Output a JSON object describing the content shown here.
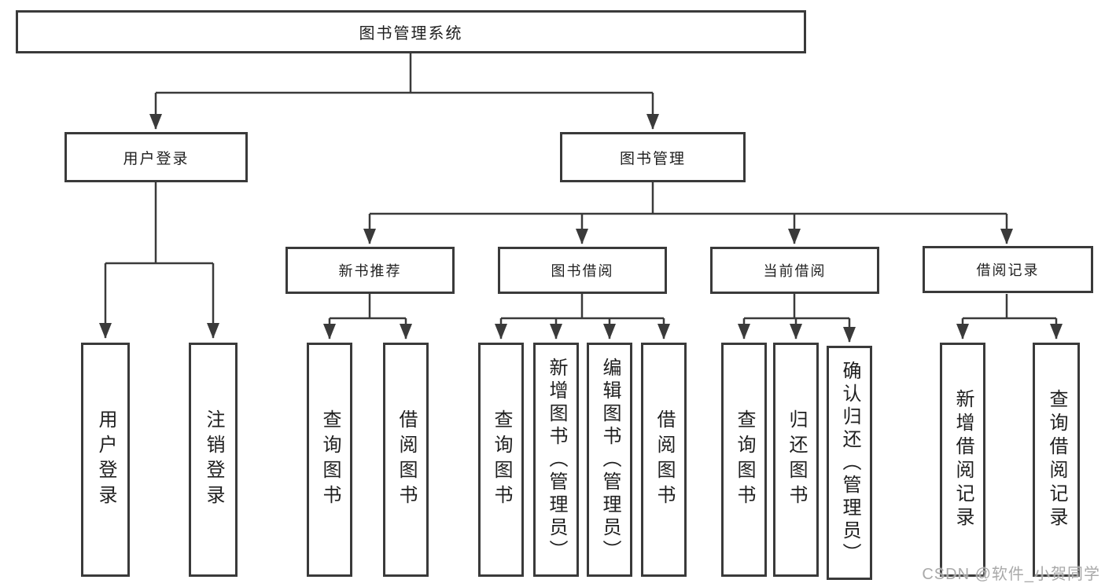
{
  "tree": {
    "label": "图书管理系统",
    "children": [
      {
        "label": "用户登录",
        "children": [
          {
            "label": "用户登录"
          },
          {
            "label": "注销登录"
          }
        ]
      },
      {
        "label": "图书管理",
        "children": [
          {
            "label": "新书推荐",
            "children": [
              {
                "label": "查询图书"
              },
              {
                "label": "借阅图书"
              }
            ]
          },
          {
            "label": "图书借阅",
            "children": [
              {
                "label": "查询图书"
              },
              {
                "label": "新增图书（管理员）"
              },
              {
                "label": "编辑图书（管理员）"
              },
              {
                "label": "借阅图书"
              }
            ]
          },
          {
            "label": "当前借阅",
            "children": [
              {
                "label": "查询图书"
              },
              {
                "label": "归还图书"
              },
              {
                "label": "确认归还（管理员）"
              }
            ]
          },
          {
            "label": "借阅记录",
            "children": [
              {
                "label": "新增借阅记录"
              },
              {
                "label": "查询借阅记录"
              }
            ]
          }
        ]
      }
    ]
  },
  "watermark": {
    "text": "CSDN @软件_小贺同学"
  },
  "colors": {
    "line": "#3a3a3a",
    "box_border": "#3a3a3a",
    "box_fill": "#ffffff",
    "text": "#1f1f1f",
    "background": "#ffffff",
    "watermark": "#a9a9a9"
  }
}
